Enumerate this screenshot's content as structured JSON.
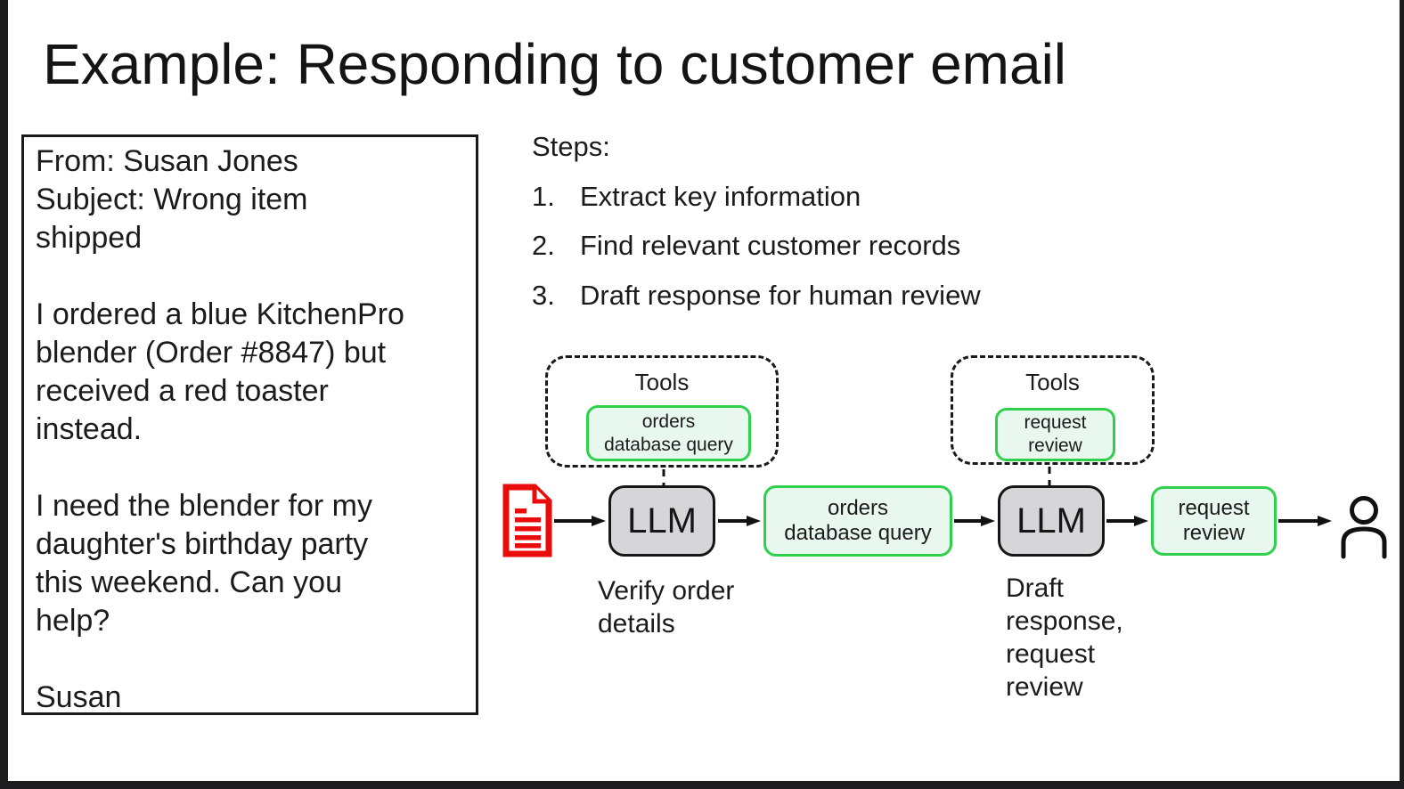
{
  "colors": {
    "canvas_bg": "#1c1c1e",
    "slide_bg": "#ffffff",
    "text": "#1b1b1b",
    "green_border": "#2fd04c",
    "green_fill": "#e9f8ee",
    "llm_gray_fill": "#d6d6d8",
    "document_red": "#ea0b0b"
  },
  "title": "Example: Responding to customer email",
  "email_card": {
    "lines": [
      "From: Susan Jones",
      "Subject: Wrong item",
      "shipped",
      "",
      "I ordered a blue KitchenPro",
      "blender (Order #8847) but",
      "received a red toaster",
      "instead.",
      "",
      "I need the blender for my",
      "daughter's birthday party",
      "this weekend. Can you",
      "help?",
      "",
      "Susan"
    ]
  },
  "steps": {
    "heading": "Steps:",
    "items": [
      {
        "num": "1.",
        "label": "Extract key information"
      },
      {
        "num": "2.",
        "label": "Find relevant customer records"
      },
      {
        "num": "3.",
        "label": "Draft response for human review"
      }
    ]
  },
  "diagram": {
    "icons": {
      "input": "red-document-icon",
      "output": "person-icon"
    },
    "tools1": {
      "label": "Tools",
      "chip": [
        "orders",
        "database query"
      ]
    },
    "tools2": {
      "label": "Tools",
      "chip": [
        "request",
        "review"
      ]
    },
    "llm1": {
      "label": "LLM",
      "caption": [
        "Verify order",
        "details"
      ]
    },
    "action1": [
      "orders",
      "database query"
    ],
    "llm2": {
      "label": "LLM",
      "caption": [
        "Draft",
        "response,",
        "request",
        "review"
      ]
    },
    "action2": [
      "request",
      "review"
    ]
  }
}
